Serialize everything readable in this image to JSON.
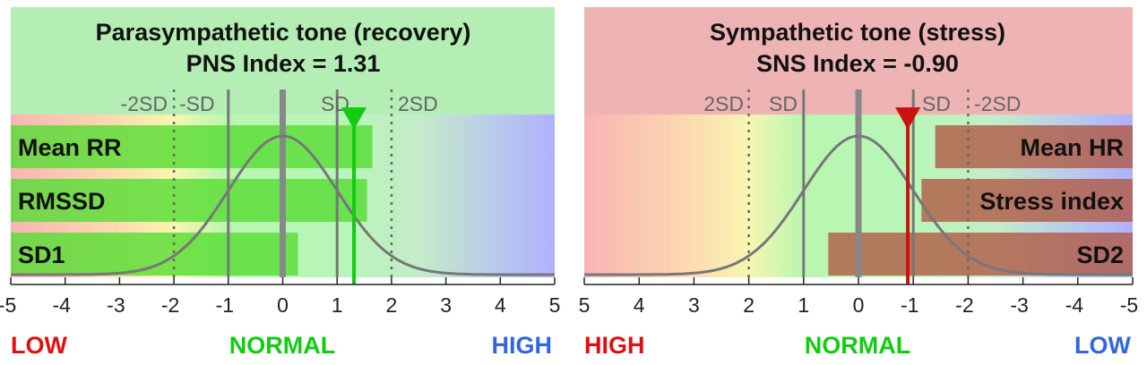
{
  "colors": {
    "pns_header": "#b4eeb4",
    "sns_header": "#eeb4b4",
    "pns_bar": "#55dd33",
    "sns_bar": "#b05a45",
    "pns_marker": "#11cc11",
    "sns_marker": "#cc1111",
    "curve": "#777777",
    "low_red": "#dd1111",
    "normal_green": "#11cc11",
    "high_blue": "#3366dd"
  },
  "chart_data": [
    {
      "type": "bar",
      "orientation": "horizontal",
      "title": "Parasympathetic tone (recovery)",
      "subtitle": "PNS Index = 1.31",
      "index_value": 1.31,
      "xlim": [
        -5,
        5
      ],
      "x_reversed": false,
      "xticks": [
        "-5",
        "-4",
        "-3",
        "-2",
        "-1",
        "0",
        "1",
        "2",
        "3",
        "4",
        "5"
      ],
      "sd_labels": [
        "-2SD",
        "-SD",
        "SD",
        "2SD"
      ],
      "categories": [
        "Mean RR",
        "RMSSD",
        "SD1"
      ],
      "values": [
        1.65,
        1.55,
        0.28
      ],
      "bottom_labels": [
        "LOW",
        "NORMAL",
        "HIGH"
      ],
      "background": "gradient red-yellow-green-blue (low to high)",
      "curve": "normal distribution",
      "grid": false
    },
    {
      "type": "bar",
      "orientation": "horizontal",
      "title": "Sympathetic tone (stress)",
      "subtitle": "SNS Index = -0.90",
      "index_value": -0.9,
      "xlim": [
        5,
        -5
      ],
      "x_reversed": true,
      "xticks": [
        "5",
        "4",
        "3",
        "2",
        "1",
        "0",
        "-1",
        "-2",
        "-3",
        "-4",
        "-5"
      ],
      "sd_labels": [
        "2SD",
        "SD",
        "SD",
        "-2SD"
      ],
      "categories": [
        "Mean HR",
        "Stress index",
        "SD2"
      ],
      "values": [
        -1.4,
        -1.15,
        0.55
      ],
      "bottom_labels": [
        "HIGH",
        "NORMAL",
        "LOW"
      ],
      "background": "gradient red-yellow-green-blue (high to low)",
      "curve": "normal distribution",
      "grid": false
    }
  ]
}
